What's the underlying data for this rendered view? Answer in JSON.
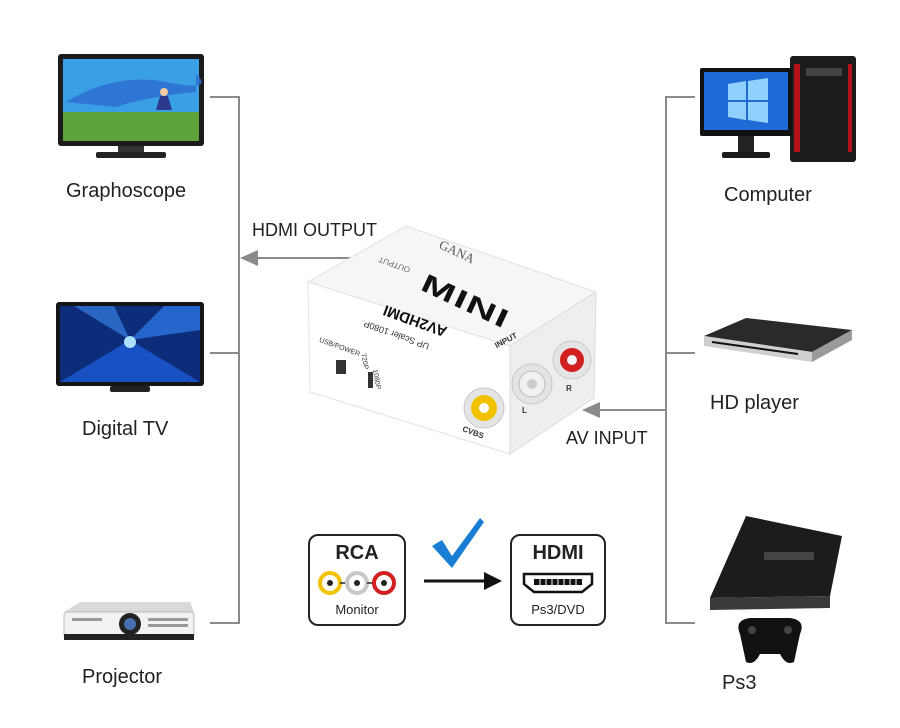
{
  "devices": {
    "left": [
      {
        "label": "Graphoscope"
      },
      {
        "label": "Digital  TV"
      },
      {
        "label": "Projector"
      }
    ],
    "right": [
      {
        "label": "Computer"
      },
      {
        "label": "HD player"
      },
      {
        "label": "Ps3"
      }
    ]
  },
  "connections": {
    "output_label": "HDMI OUTPUT",
    "input_label": "AV INPUT"
  },
  "converter": {
    "brand": "GANA",
    "model": "MINI",
    "name": "AV2HDMI",
    "subtitle": "UP Scaler 1080P",
    "output_port_label": "OUTPUT",
    "input_label": "INPUT",
    "usb_label": "USB/POWER",
    "switch_720": "720P",
    "switch_1080": "1080P",
    "port_cvbs": "CVBS",
    "port_l": "L",
    "port_r": "R"
  },
  "conversion": {
    "from_title": "RCA",
    "from_sub": "Monitor",
    "to_title": "HDMI",
    "to_sub": "Ps3/DVD"
  },
  "colors": {
    "line": "#8a8a8a",
    "check": "#1a7fd4",
    "rca_yellow": "#f2c200",
    "rca_white": "#e8e8e8",
    "rca_red": "#d21f1f"
  }
}
